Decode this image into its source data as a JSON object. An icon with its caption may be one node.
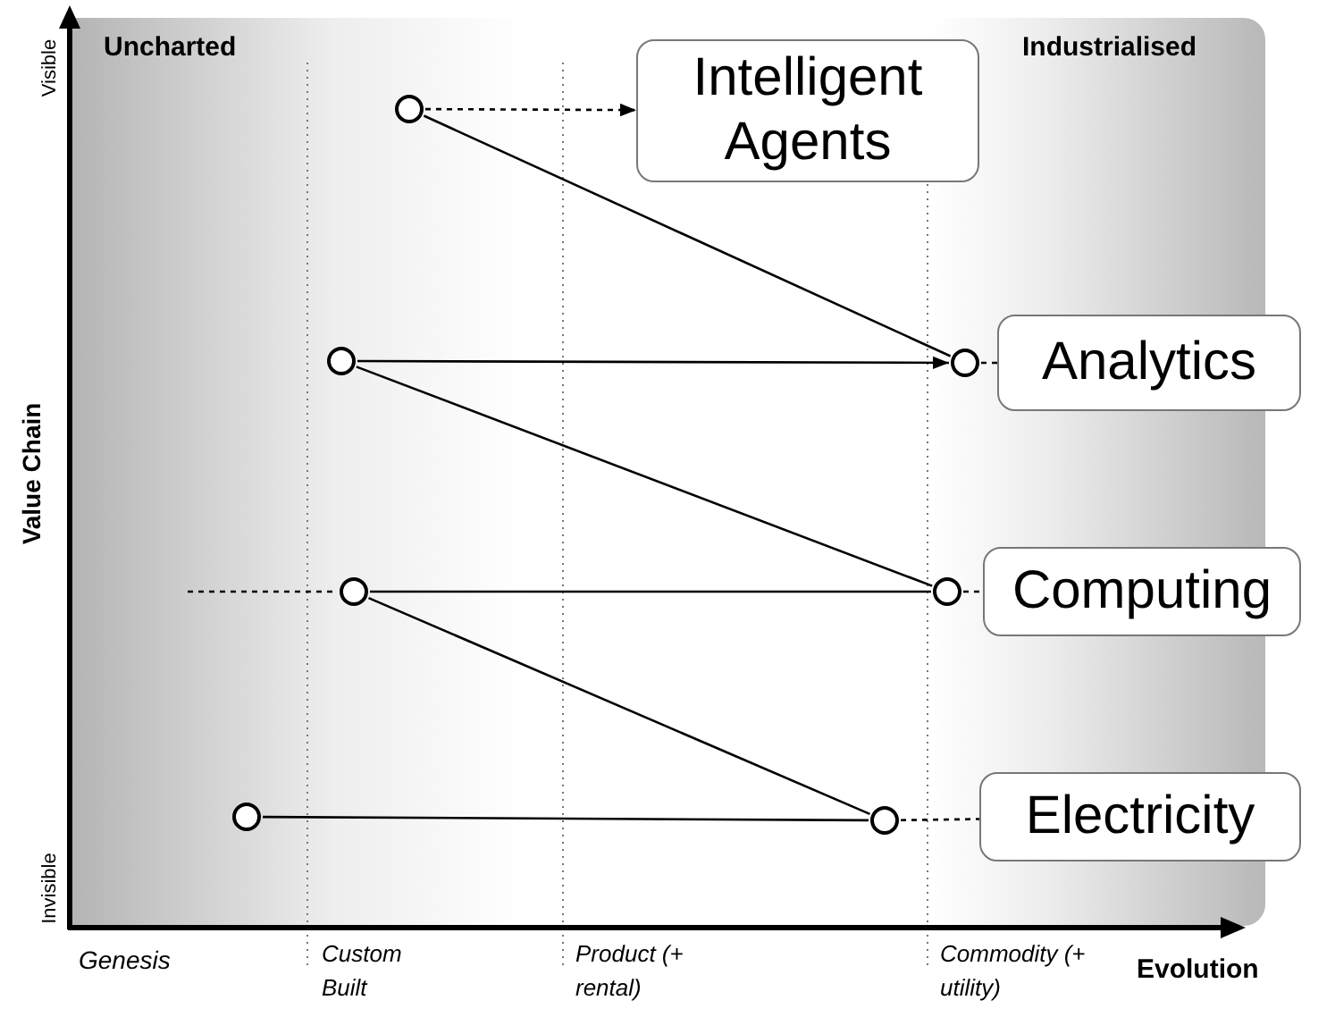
{
  "diagram": {
    "nodes": [
      {
        "text": [],
        "shape": "circle"
      },
      {
        "text": [
          "Intelligent Agents"
        ]
      },
      {
        "text": [],
        "shape": "circle"
      },
      {
        "text": [],
        "shape": "circle"
      },
      {
        "text": [
          "Analytics"
        ]
      },
      {
        "text": [],
        "shape": "circle"
      },
      {
        "text": [],
        "shape": "circle"
      },
      {
        "text": [
          "Computing"
        ]
      },
      {
        "text": [],
        "shape": "circle"
      },
      {
        "text": [],
        "shape": "circle"
      },
      {
        "text": [
          "Electricity"
        ]
      }
    ],
    "edges": [
      {
        "from": 0,
        "to": 1,
        "arrow": "to",
        "style": "dashed"
      },
      {
        "from": 0,
        "to": 3,
        "arrow": "none"
      },
      {
        "from": 2,
        "to": 3,
        "arrow": "to"
      },
      {
        "from": 3,
        "to": 4,
        "arrow": "none",
        "style": "dashed"
      },
      {
        "from": 2,
        "to": 6,
        "arrow": "none"
      },
      {
        "from": null,
        "to": 5,
        "arrow": "none",
        "style": "dashed"
      },
      {
        "from": 5,
        "to": 6,
        "arrow": "none"
      },
      {
        "from": 6,
        "to": 7,
        "arrow": "none",
        "style": "dashed"
      },
      {
        "from": 5,
        "to": 9,
        "arrow": "none"
      },
      {
        "from": 8,
        "to": 9,
        "arrow": "none"
      },
      {
        "from": 9,
        "to": 10,
        "arrow": "none",
        "style": "dashed"
      }
    ],
    "labels": [
      "Uncharted",
      "Industrialised",
      "Visible",
      "Value Chain",
      "Invisible",
      "Genesis",
      "Custom Built",
      "Product (+ rental)",
      "Commodity (+ utility)",
      "Evolution"
    ]
  }
}
